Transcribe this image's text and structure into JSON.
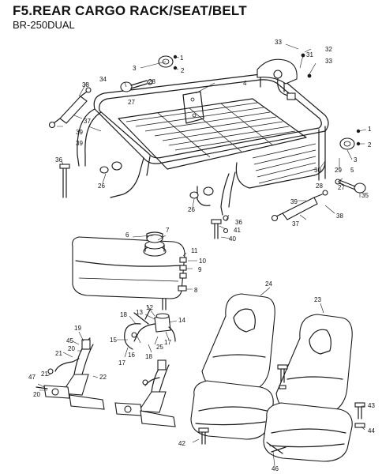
{
  "header": {
    "title": "F5.REAR CARGO RACK/SEAT/BELT",
    "model": "BR-250DUAL"
  },
  "part_labels": [
    "1",
    "2",
    "3",
    "4",
    "5",
    "6",
    "7",
    "8",
    "9",
    "10",
    "11",
    "12",
    "13",
    "14",
    "15",
    "16",
    "17",
    "18",
    "19",
    "20",
    "21",
    "22",
    "23",
    "24",
    "25",
    "26",
    "27",
    "28",
    "29",
    "30",
    "31",
    "32",
    "33",
    "34",
    "35",
    "36",
    "37",
    "38",
    "39",
    "40",
    "41",
    "42",
    "43",
    "44",
    "45",
    "46",
    "47"
  ]
}
